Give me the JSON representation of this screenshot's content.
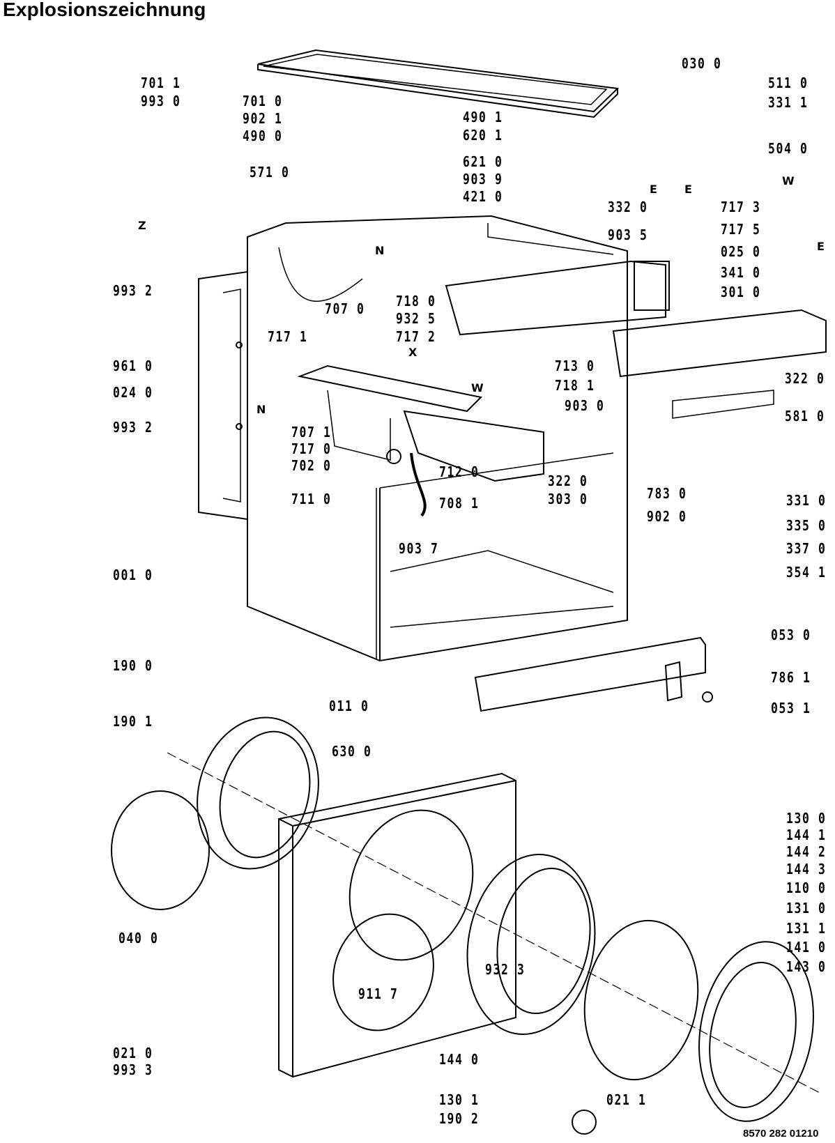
{
  "title": "Explosionszeichnung",
  "doc_number": "8570 282 01210",
  "part_labels": [
    "030 0",
    "511 0",
    "331 1",
    "490 1",
    "620 1",
    "504 0",
    "701 1",
    "993 0",
    "701 0",
    "902 1",
    "490 0",
    "621 0",
    "903 9",
    "421 0",
    "571 0",
    "332 0",
    "717 3",
    "717 5",
    "903 5",
    "025 0",
    "341 0",
    "301 0",
    "993 2",
    "718 0",
    "707 0",
    "932 5",
    "717 1",
    "717 2",
    "961 0",
    "713 0",
    "024 0",
    "718 1",
    "903 0",
    "322 0",
    "581 0",
    "993 2",
    "707 1",
    "717 0",
    "702 0",
    "712 0",
    "322 0",
    "783 0",
    "303 0",
    "331 0",
    "711 0",
    "708 1",
    "902 0",
    "335 0",
    "337 0",
    "903 7",
    "354 1",
    "001 0",
    "053 0",
    "190 0",
    "786 1",
    "011 0",
    "053 1",
    "190 1",
    "630 0",
    "130 0",
    "144 1",
    "144 2",
    "144 3",
    "110 0",
    "131 0",
    "040 0",
    "131 1",
    "141 0",
    "932 3",
    "143 0",
    "911 7",
    "021 0",
    "993 3",
    "144 0",
    "130 1",
    "021 1",
    "190 2"
  ],
  "letters": [
    "E",
    "E",
    "W",
    "E",
    "Z",
    "N",
    "X",
    "W",
    "N"
  ]
}
